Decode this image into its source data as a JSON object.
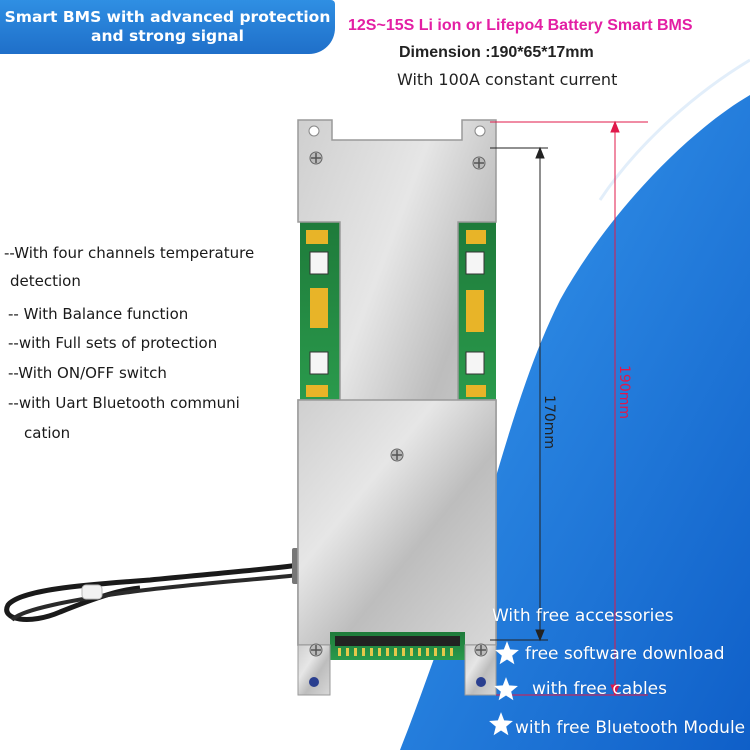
{
  "badge": {
    "line1": "Smart BMS with advanced protection",
    "line2": "and strong signal"
  },
  "header": {
    "title": "12S~15S Li ion or Lifepo4 Battery Smart  BMS",
    "dimension": "Dimension :190*65*17mm",
    "current": "With 100A constant current"
  },
  "features": [
    "--With four channels temperature",
    "detection",
    "-- With Balance function",
    "--with Full sets of protection",
    "--With ON/OFF switch",
    "--with Uart Bluetooth communi",
    "cation"
  ],
  "dimensions": {
    "inner": "170mm",
    "outer": "190mm"
  },
  "accessories": {
    "heading": "With free accessories",
    "items": [
      "free software download",
      "with free cables",
      "with free Bluetooth Module"
    ]
  },
  "colors": {
    "accent_blue": "#1f78d8",
    "title_magenta": "#e31fa4",
    "dimension_line_red": "#e0184a"
  },
  "icons": [
    "star-icon"
  ]
}
